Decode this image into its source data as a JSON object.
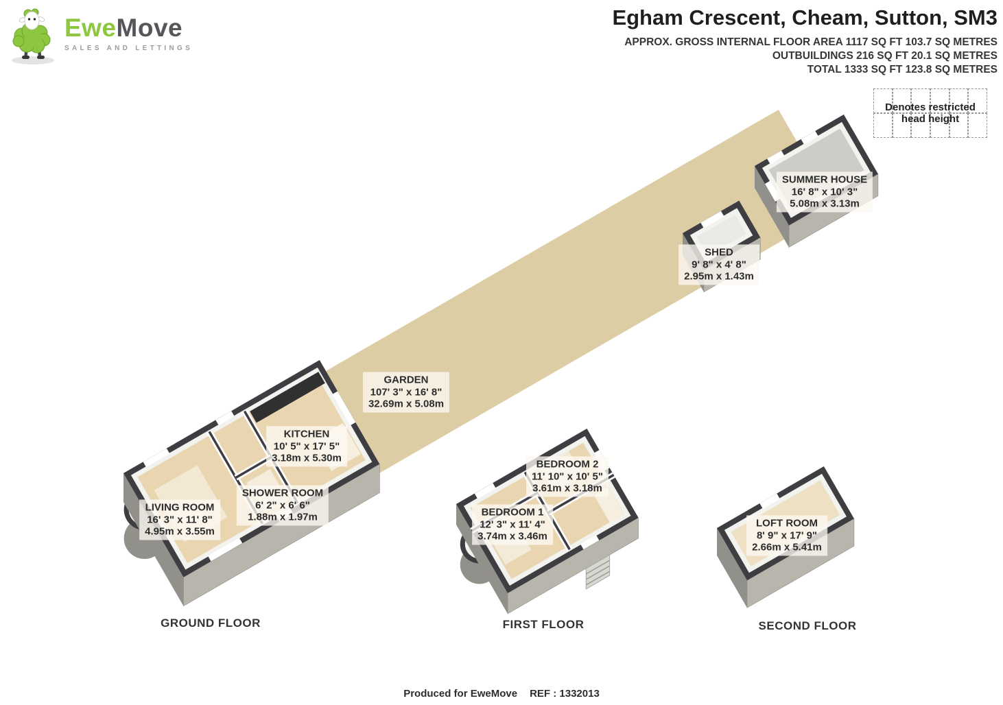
{
  "logo": {
    "brand_ewe": "Ewe",
    "brand_move": "Move",
    "tagline": "SALES AND LETTINGS"
  },
  "header": {
    "title": "Egham Crescent, Cheam, Sutton, SM3",
    "area_line": "APPROX. GROSS INTERNAL FLOOR AREA 1117 SQ FT 103.7 SQ METRES",
    "outbuildings_line": "OUTBUILDINGS 216 SQ FT 20.1 SQ METRES",
    "total_line": "TOTAL 1333 SQ FT 123.8 SQ METRES"
  },
  "legend": {
    "text": "Denotes restricted head height"
  },
  "rooms": [
    {
      "id": "summer-house",
      "name": "SUMMER HOUSE",
      "imperial": "16' 8\" x 10' 3\"",
      "metric": "5.08m x 3.13m"
    },
    {
      "id": "shed",
      "name": "SHED",
      "imperial": "9' 8\" x 4' 8\"",
      "metric": "2.95m x 1.43m"
    },
    {
      "id": "garden",
      "name": "GARDEN",
      "imperial": "107' 3\" x 16' 8\"",
      "metric": "32.69m x 5.08m"
    },
    {
      "id": "kitchen",
      "name": "KITCHEN",
      "imperial": "10' 5\" x 17' 5\"",
      "metric": "3.18m x 5.30m"
    },
    {
      "id": "shower-room",
      "name": "SHOWER ROOM",
      "imperial": "6' 2\" x 6' 6\"",
      "metric": "1.88m x 1.97m"
    },
    {
      "id": "living-room",
      "name": "LIVING ROOM",
      "imperial": "16' 3\" x 11' 8\"",
      "metric": "4.95m x 3.55m"
    },
    {
      "id": "bedroom-2",
      "name": "BEDROOM 2",
      "imperial": "11' 10\" x 10' 5\"",
      "metric": "3.61m x 3.18m"
    },
    {
      "id": "bedroom-1",
      "name": "BEDROOM 1",
      "imperial": "12' 3\" x 11' 4\"",
      "metric": "3.74m x 3.46m"
    },
    {
      "id": "loft-room",
      "name": "LOFT ROOM",
      "imperial": "8' 9\" x 17' 9\"",
      "metric": "2.66m x 5.41m"
    }
  ],
  "floors": [
    {
      "label": "GROUND FLOOR"
    },
    {
      "label": "FIRST FLOOR"
    },
    {
      "label": "SECOND FLOOR"
    }
  ],
  "footer": {
    "produced": "Produced for EweMove",
    "ref": "REF : 1332013"
  },
  "colors": {
    "brand_green": "#8dc63f",
    "brand_grey": "#54565a",
    "garden": "#ddcda4",
    "room_floor": "#e9d5b0",
    "wall_dark": "#3e3e42",
    "wall_side_light": "#b7b5ac",
    "wall_side_dark": "#92908a"
  }
}
